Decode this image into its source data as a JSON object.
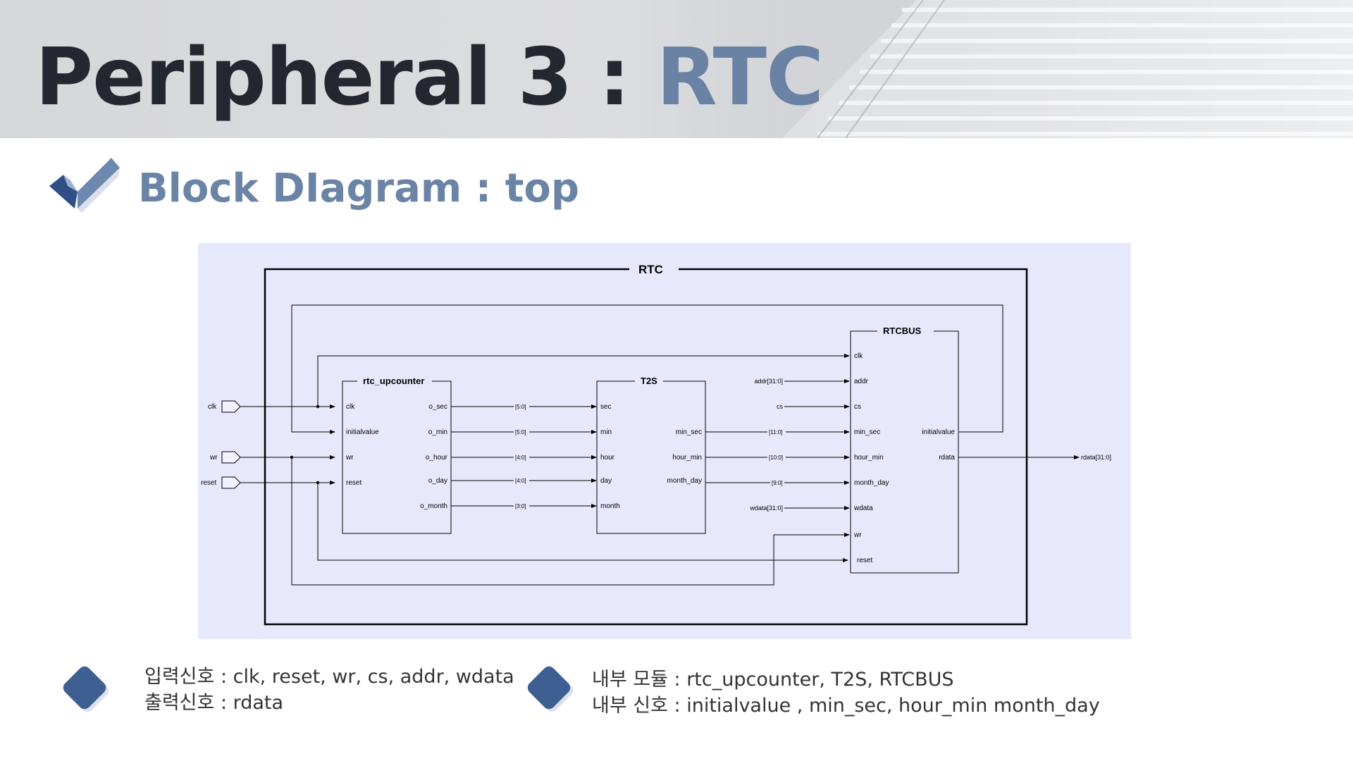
{
  "slide": {
    "title_main": "Peripheral  3 : ",
    "title_accent": "RTC",
    "subtitle": "Block DIagram  : top"
  },
  "diagram": {
    "outer_label": "RTC",
    "inputs": [
      "clk",
      "wr",
      "reset"
    ],
    "output": "rdata[31:0]",
    "blocks": {
      "upcounter": {
        "name": "rtc_upcounter",
        "in_ports": [
          "clk",
          "initialvalue",
          "wr",
          "reset"
        ],
        "out_ports": [
          "o_sec",
          "o_min",
          "o_hour",
          "o_day",
          "o_month"
        ]
      },
      "t2s": {
        "name": "T2S",
        "in_ports": [
          "sec",
          "min",
          "hour",
          "day",
          "month"
        ],
        "out_ports": [
          "min_sec",
          "hour_min",
          "month_day"
        ]
      },
      "rtcbus": {
        "name": "RTCBUS",
        "in_ports": [
          "clk",
          "addr",
          "cs",
          "min_sec",
          "hour_min",
          "month_day",
          "wdata",
          "wr",
          "reset"
        ],
        "out_ports": [
          "initialvalue",
          "rdata"
        ]
      }
    },
    "bus_widths_a": [
      "[5:0]",
      "[5:0]",
      "[4:0]",
      "[4:0]",
      "[3:0]"
    ],
    "bus_widths_b": [
      "[11:0]",
      "[10:0]",
      "[9:0]"
    ],
    "ext_signals": [
      "addr[31:0]",
      "cs",
      "wdata[31:0]"
    ]
  },
  "info_left": {
    "line1": "입력신호 : clk, reset, wr, cs, addr, wdata",
    "line2": "출력신호 : rdata"
  },
  "info_right": {
    "line1": "내부 모듈 : rtc_upcounter, T2S, RTCBUS",
    "line2": "내부 신호 :  initialvalue , min_sec, hour_min month_day"
  },
  "colors": {
    "title_dark": "#24272f",
    "accent": "#6a82a4",
    "diagram_bg": "#e8e8fc",
    "bullet": "#3f5f93"
  },
  "icons": [
    "checkmark-icon",
    "diamond-bullet-icon"
  ]
}
